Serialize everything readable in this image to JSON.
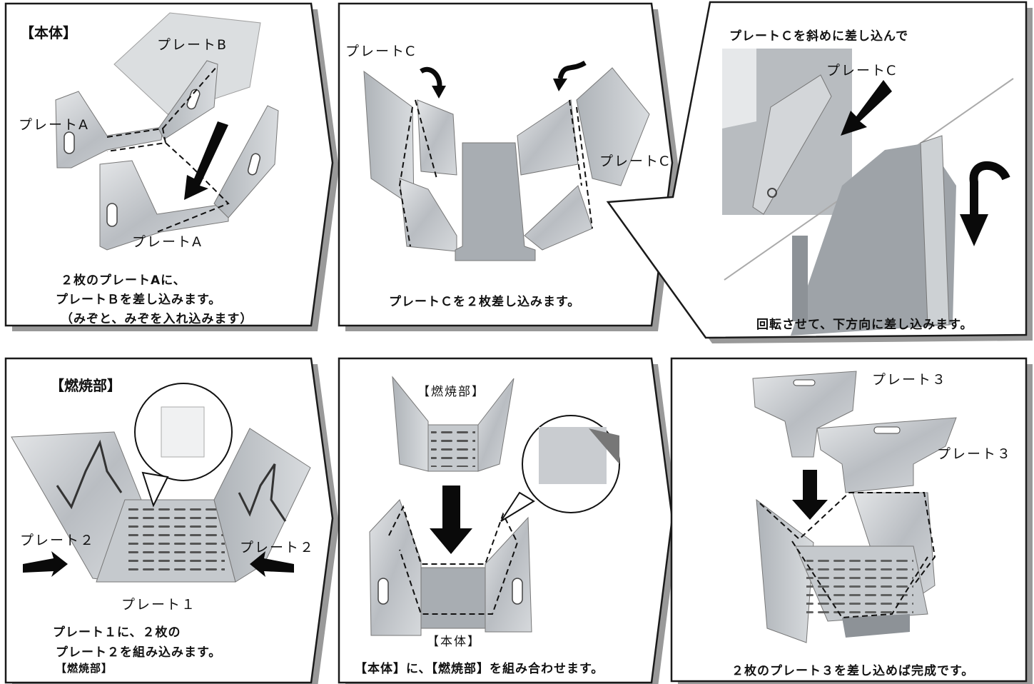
{
  "panels": [
    {
      "title": "【本体】",
      "labels": [
        "プレートB",
        "プレートA",
        "プレートA"
      ],
      "caption": [
        "２枚のプレートAに、",
        "プレートＢを差し込みます。",
        "（みぞと、みぞを入れ込みます）"
      ]
    },
    {
      "labels": [
        "プレートC",
        "プレートC"
      ],
      "caption": [
        "プレートＣを２枚差し込みます。"
      ]
    },
    {
      "title": "プレートＣを斜めに差し込んで",
      "labels": [
        "プレートC"
      ],
      "caption": [
        "回転させて、下方向に差し込みます。"
      ]
    },
    {
      "title": "【燃焼部】",
      "labels": [
        "プレート２",
        "プレート２",
        "プレート１"
      ],
      "caption": [
        "プレート１に、２枚の",
        "プレート２を組み込みます。",
        "【燃焼部】"
      ]
    },
    {
      "labels": [
        "【燃焼部】",
        "【本体】"
      ],
      "caption": [
        "【本体】に、【燃焼部】を組み合わせます。"
      ]
    },
    {
      "labels": [
        "プレート３",
        "プレート３"
      ],
      "caption": [
        "２枚のプレート３を差し込めば完成です。"
      ]
    }
  ],
  "colors": {
    "frame": "#1a1a1a",
    "shadow": "#9a9a9a",
    "plate": "#c9ccd0",
    "plate_dark": "#9fa4aa",
    "arrow": "#0a0a0a"
  }
}
